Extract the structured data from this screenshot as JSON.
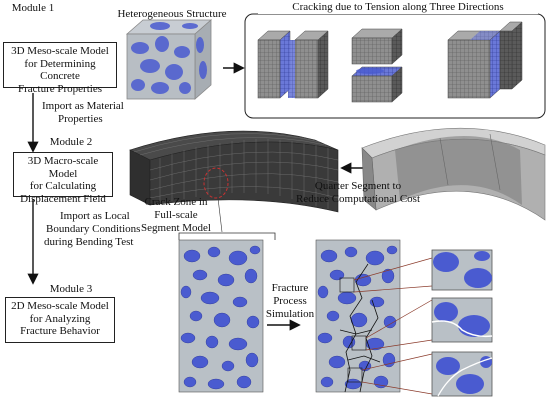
{
  "modules": [
    {
      "title": "Module 1",
      "lines": [
        "3D Meso-scale Model",
        "for Determining Concrete",
        "Fracture Properties"
      ]
    },
    {
      "title": "Module 2",
      "lines": [
        "3D Macro-scale Model",
        "for Calculating",
        "Displacement Field"
      ]
    },
    {
      "title": "Module 3",
      "lines": [
        "2D Meso-scale Model",
        "for Analyzing",
        "Fracture Behavior"
      ]
    }
  ],
  "transitions": {
    "m1_to_m2": [
      "Import as Material",
      "Properties"
    ],
    "m2_to_m3": [
      "Import as Local",
      "Boundary Conditions",
      "during Bending Test"
    ]
  },
  "labels": {
    "heterogeneous": "Heterogeneous Structure",
    "cracking": "Cracking due to Tension along Three Directions",
    "quarter_segment": [
      "Quarter Segment to",
      "Reduce Computational Cost"
    ],
    "crack_zone": [
      "Crack Zone in",
      "Full-scale",
      "Segment Model"
    ],
    "fracture_process": [
      "Fracture",
      "Process",
      "Simulation"
    ]
  },
  "colors": {
    "aggregate_blue": "#4a5bd0",
    "mortar_gray": "#b9c0c6",
    "mesh_dark": "#3a3a3a",
    "crack_red": "#c83232"
  }
}
